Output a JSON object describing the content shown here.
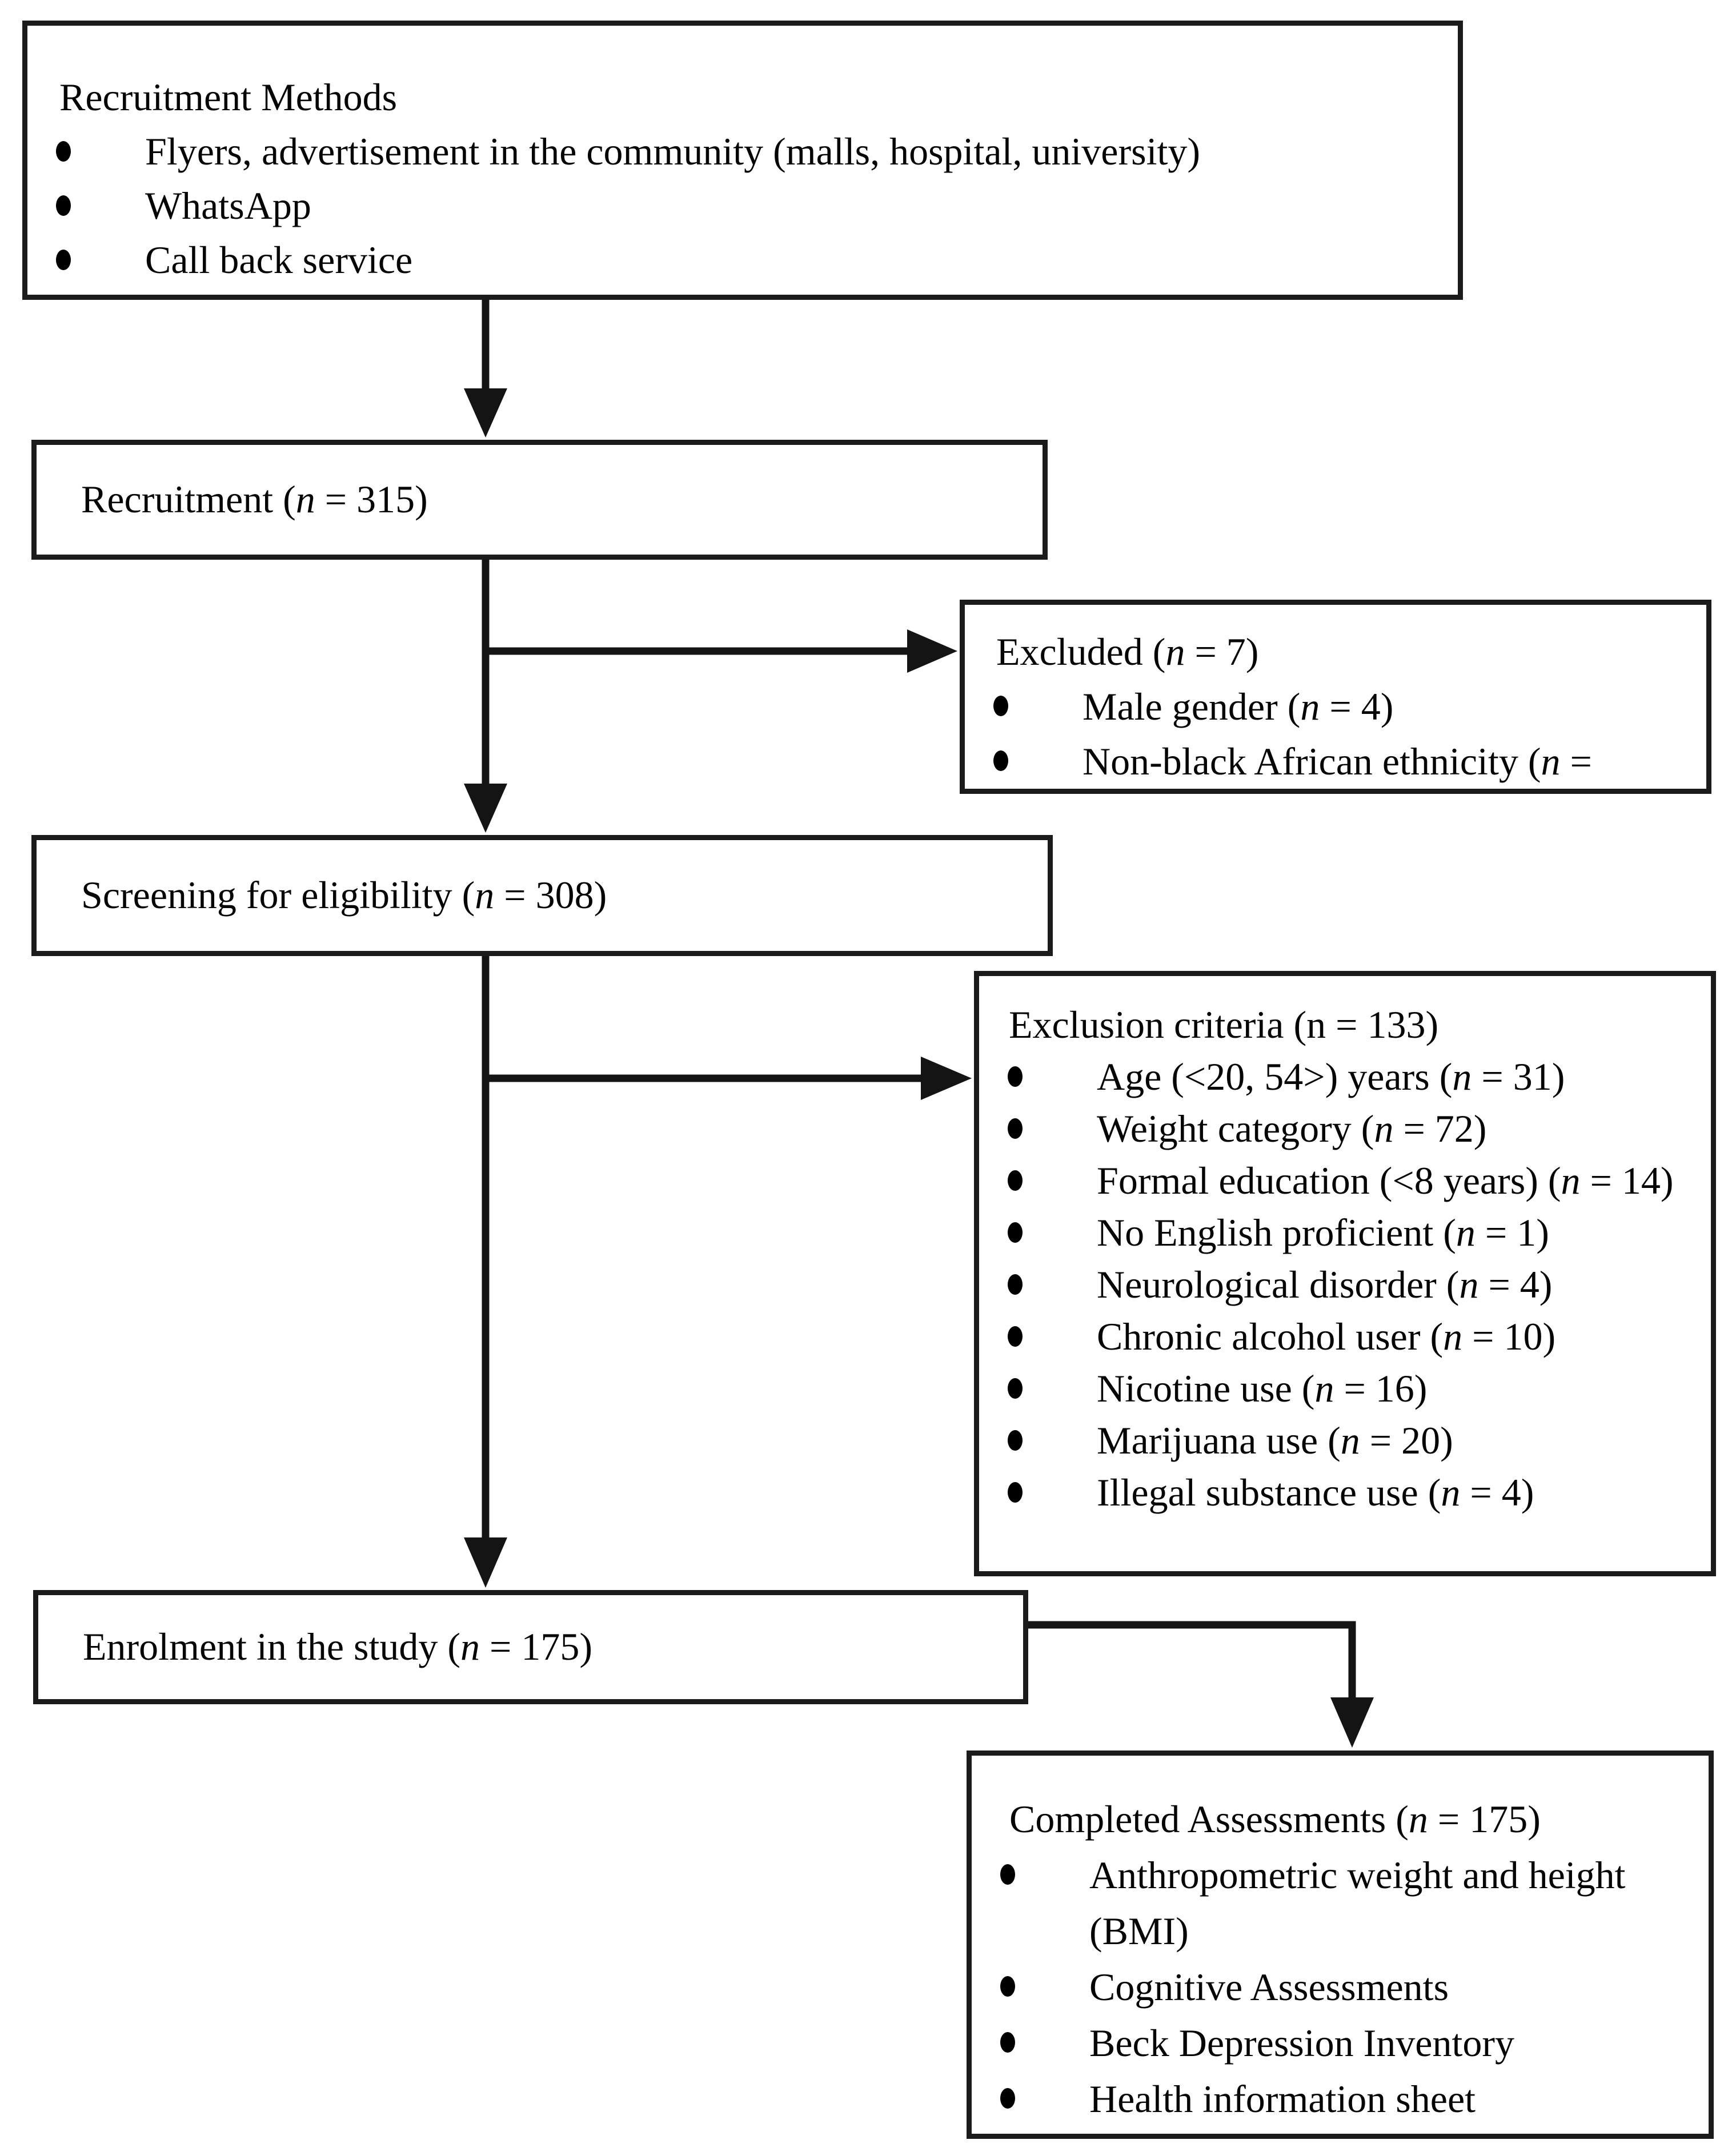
{
  "diagram": {
    "boxes": {
      "methods": {
        "title": "Recruitment Methods",
        "items": [
          "Flyers, advertisement in the community (malls, hospital, university)",
          "WhatsApp",
          "Call back service"
        ]
      },
      "recruitment": {
        "title": "Recruitment (n = 315)"
      },
      "excluded": {
        "title": "Excluded (n = 7)",
        "items": [
          "Male gender (n = 4)",
          "Non-black African ethnicity (n ="
        ]
      },
      "screening": {
        "title": "Screening for eligibility (n = 308)"
      },
      "exclusion": {
        "title": "Exclusion criteria (n = 133)",
        "items": [
          "Age (<20, 54>) years (n = 31)",
          "Weight category (n = 72)",
          "Formal education (<8 years) (n = 14)",
          "No English proficient (n = 1)",
          "Neurological disorder (n = 4)",
          "Chronic alcohol user (n = 10)",
          "Nicotine use (n = 16)",
          "Marijuana use (n = 20)",
          "Illegal substance use (n = 4)"
        ]
      },
      "enrolment": {
        "title": "Enrolment in the study (n = 175)"
      },
      "completed": {
        "title": "Completed Assessments (n = 175)",
        "items": [
          "Anthropometric weight and height (BMI)",
          "Cognitive Assessments",
          "Beck Depression Inventory",
          "Health information sheet"
        ]
      }
    },
    "colors": {
      "background": "#ffffff",
      "border": "#1b1b1b",
      "arrow": "#141414",
      "text": "#050505"
    }
  }
}
